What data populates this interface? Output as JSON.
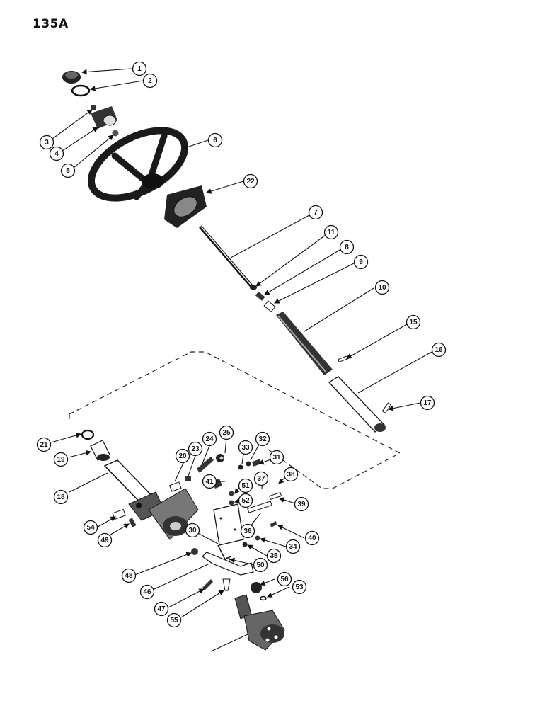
{
  "page_label": "135A",
  "callouts": [
    "1",
    "2",
    "3",
    "4",
    "5",
    "6",
    "22",
    "7",
    "11",
    "8",
    "9",
    "10",
    "15",
    "16",
    "17",
    "21",
    "19",
    "18",
    "20",
    "23",
    "24",
    "25",
    "33",
    "32",
    "31",
    "41",
    "51",
    "52",
    "37",
    "38",
    "39",
    "36",
    "40",
    "34",
    "35",
    "30",
    "50",
    "54",
    "49",
    "48",
    "46",
    "47",
    "55",
    "56",
    "53"
  ],
  "icons": {
    "steering_wheel": "steering-wheel-icon",
    "steering_column": "steering-column-icon",
    "steering_valve": "steering-valve-icon"
  }
}
